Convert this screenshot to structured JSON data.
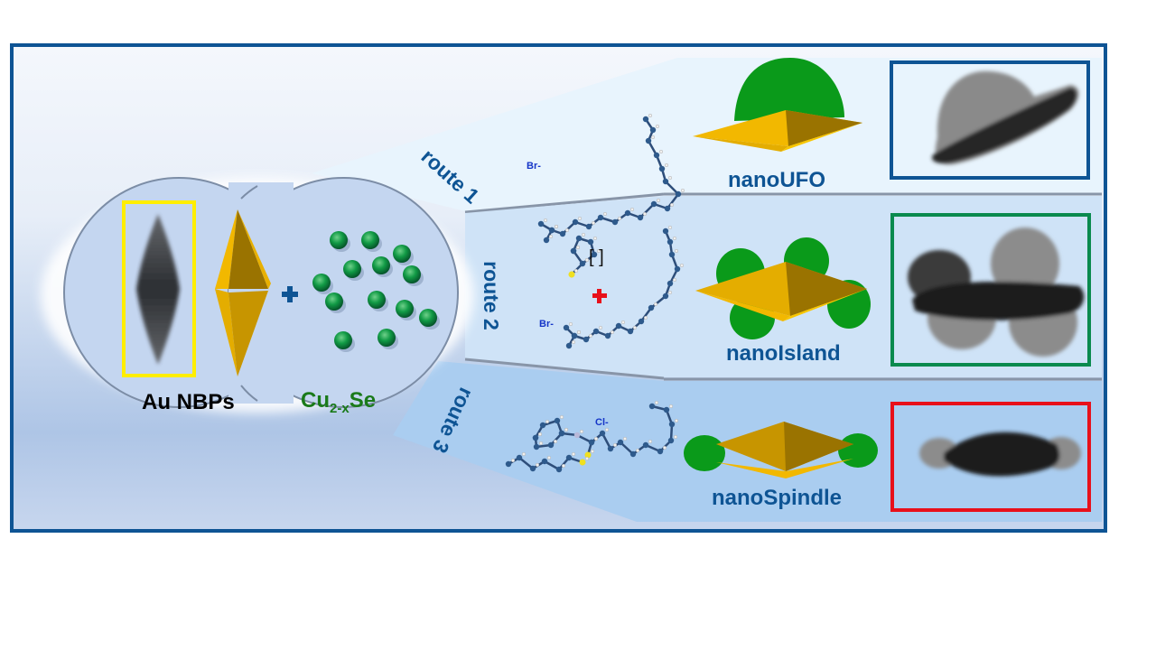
{
  "figure": {
    "reactants": {
      "left_label": "Au NBPs",
      "right_label_main": "Cu",
      "right_label_sub": "2-x",
      "right_label_tail": "Se",
      "plus_sign": "+"
    },
    "routes": [
      {
        "label": "route 1",
        "ligands": [
          {
            "ion": "Br-"
          }
        ],
        "product": "nanoUFO",
        "tem_frame_color": "#0e5494"
      },
      {
        "label": "route 2",
        "ligands": [
          {
            "ion": "[ ]"
          },
          {
            "ion": "Br-"
          }
        ],
        "plus_sign": "+",
        "product": "nanoIsland",
        "tem_frame_color": "#0a8a4e"
      },
      {
        "label": "route 3",
        "ligands": [
          {
            "ion": "Cl-"
          }
        ],
        "product": "nanoSpindle",
        "tem_frame_color": "#e8101a"
      }
    ],
    "colors": {
      "border": "#0e5494",
      "gold": "#e8b000",
      "gold_dark": "#9a7300",
      "cu2xse_green": "#0a8a1a",
      "highlight_yellow": "#ffee00",
      "product_text": "#0e5494",
      "cu_label": "#1a7a1a"
    }
  }
}
